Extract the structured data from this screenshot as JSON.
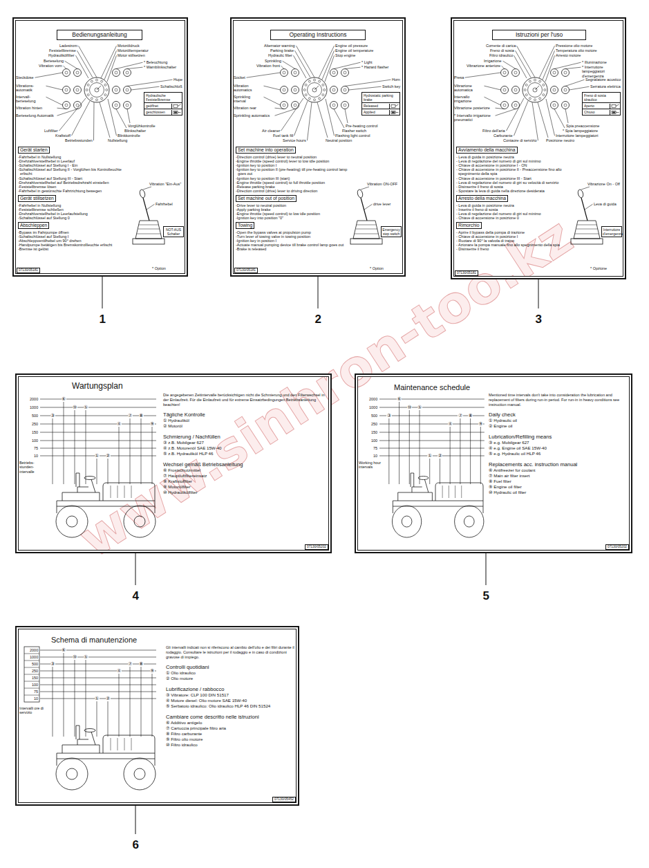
{
  "diagram": {
    "nodes": [
      {
        "text": [
          "Ladestrom",
          "Feststellbremse",
          "Hydraulikölfilter",
          "Berieselung",
          "Vibration vorn",
          "Steckdose",
          "Vibrations-automatik",
          "Intervall-berieselung",
          "Vibration hinten",
          "Berieselung Automatik",
          "Luftfilter",
          "Kraftstoff",
          "Betriebsstunden",
          "Nullstellung",
          "Blinkkontrolle",
          "Blinkschalter",
          "Vorglühkontrolle",
          "Motoröldruck",
          "Motoröltemperatur",
          "Motor stillsetzen",
          "* Beleuchtung",
          "* Warnblinkschalter",
          "Hupe",
          "Schaltschloß",
          "Vibration \"Ein-Aus\"",
          "Fahrhebel",
          "* Option",
          "-Fahrhebel in Nullstellung",
          "-Drehzahlverstellhebel in Leerlauf",
          "-Schaltschlüssel auf Stellung I - Ein",
          "-Schaltschlüssel auf Stellung II - Vorglühen bis Kontrolleuchte erlischt",
          "-Schaltschlüssel auf Stellung III - Start",
          "-Drehzahlverstellhebel auf Betriebsdrehzahl einstellen",
          "-Feststellbremse lösen",
          "-Fahrhebel in gewünschte Fahrtrichtung bewegen",
          "-Fahrhebel in Nullstellung",
          "-Feststellbremse schließen",
          "-Drehzahlverstellhebel in Leerlaufstellung",
          "-Schaltschlüssel auf Stellung 0",
          "-Bypass im Fahrpumpe öffnen",
          "-Schaltschlüssel auf Stellung I",
          "-Abschleppventilhebel um 90° drehen",
          "-Handpumpe betätigen bis Bremskontrollleuchte erlischt",
          "-Bremse ist gelöst"
        ]
      },
      {
        "text": [
          "Bedienungsanleitung"
        ],
        "in": 0
      },
      {
        "text": [
          "Hydraulische Feststellbremse",
          "geöffnet",
          "geschlossen"
        ],
        "in": 0
      },
      {
        "text": [
          "NOT-AUS Schalter"
        ],
        "in": 0
      },
      {
        "text": [
          "Gerät starten"
        ],
        "in": 0
      },
      {
        "text": [
          "Gerät stillsetzen"
        ],
        "in": 0
      },
      {
        "text": [
          "Abschleppen"
        ],
        "in": 0
      },
      {
        "text": [
          "07130/05181"
        ],
        "in": 0
      },
      {
        "text": [
          "Alternator warning",
          "Parking brake",
          "Hydraulic filter",
          "Sprinkling",
          "Vibration front",
          "Socket",
          "Vibration automatics",
          "Sprinkling interval",
          "Vibration rear",
          "Sprinkling automatics",
          "Air cleaner",
          "Fuel tank fill",
          "Service hours",
          "Neutral position",
          "Flashing light control",
          "Flasher switch",
          "Pre-heating control",
          "Engine oil pressure",
          "Engine oil temperature",
          "Stop engine",
          "* Light",
          "* Hazard flasher",
          "Horn",
          "Switch key",
          "Vibration ON-OFF",
          "drive lever",
          "* Option",
          "-Direction control (drive) lever to neutral position",
          "-Engine throttle (speed control) lever to low idle position",
          "-Ignition key to position I",
          "-Ignition key to position II (pre-heating) till pre-heating control lamp goes out",
          "-Ignition key to position III (start)",
          "-Engine throttle (speed control) to full throttle position",
          "-Release parking brake",
          "-Direction control (drive) lever to driving direction",
          "-Drive lever to neutral position",
          "-Apply parking brake",
          "-Engine throttle (speed control) to low idle position",
          "-Ignition key into position \"0\"",
          "-Open the bypass valves at propulsion pump",
          "-Turn lever of towing valve in towing position",
          "-Ignition key in position I",
          "-Actuate manual pumping device till brake control lamp goes out",
          "-Brake is released"
        ]
      },
      {
        "text": [
          "Operating Instructions"
        ],
        "in": 8
      },
      {
        "text": [
          "Hydrostatic parking brake",
          "Released",
          "Applied"
        ],
        "in": 8
      },
      {
        "text": [
          "Emergency stop switch"
        ],
        "in": 8
      },
      {
        "text": [
          "Set machine into operation"
        ],
        "in": 8
      },
      {
        "text": [
          "Set machine out of position"
        ],
        "in": 8
      },
      {
        "text": [
          "Towing"
        ],
        "in": 8
      },
      {
        "text": [
          "07130/05181"
        ],
        "in": 8
      },
      {
        "text": [
          "Corrente di carica",
          "Freno di sosta",
          "Filtro idraulico",
          "Irrigazione",
          "Vibrazione anteriore",
          "Presa",
          "Vibrazione automatica",
          "Intervallo irrigazione",
          "Vibrazione posteriore",
          "* Intervallo irrigazione pneumatici",
          "Filtro dell'aria",
          "Carburante",
          "Contaore di servizio",
          "Posizione neutro",
          "Interruttore lampeggiatori",
          "* Spia lampeggiatore",
          "Spia preaccensione",
          "Pressione olio motore",
          "Temperatura olio motore",
          "Arresto motore",
          "* Illuminazione",
          "* Interruttore lampeggiatori d'emergenza",
          "Segnalatore acustico",
          "Serratura elettrica",
          "Vibrazione On - Off",
          "Leva di guida",
          "* Opzione",
          "- Leva di guida in posizione neutra",
          "- Leva di regolazione del numero di giri sul minimo",
          "- Chiave di accensione in posizione I - ON",
          "- Chiave di accensione in posizione II - Preaccensione fino allo spegnimento della spia",
          "- Chiave di accensione in posizione III - Start",
          "- Leva di regolazione del numero di giri su velocità di servizio",
          "- Disinserire il freno di sosta",
          "- Spostare la leva di guida nella direzione desiderata",
          "- Leva di guida in posizione neutra",
          "- Inserire il freno di sosta",
          "- Leva di regolazione del numero di giri sul minimo",
          "- Chiave di accensione in posizione 0",
          "- Aprire il bypass della pompa di trazione",
          "- Chiave di accensione in posizione I",
          "- Ruotare di 90° la valvola di traino",
          "- Azionare la pompa manuale fino allo spegnimento della spia",
          "- Disinserire il freno"
        ]
      },
      {
        "text": [
          "Istruzioni per l'uso"
        ],
        "in": 16
      },
      {
        "text": [
          "Freno di sosta idraulico",
          "Aperto",
          "Chiuso"
        ],
        "in": 16
      },
      {
        "text": [
          "Interruttore d'emergenza"
        ],
        "in": 16
      },
      {
        "text": [
          "Avviamento della macchina"
        ],
        "in": 16
      },
      {
        "text": [
          "Arresto della macchina"
        ],
        "in": 16
      },
      {
        "text": [
          "Rimorchio"
        ],
        "in": 16
      },
      {
        "text": [
          "07130/05181"
        ],
        "in": 16
      },
      {
        "text": [
          "Wartungsplan",
          "2000",
          "1000",
          "500",
          "250",
          "150",
          "100",
          "75",
          "10",
          "Betriebs-stunden-intervalle",
          "Die angegebenen Zeitintervalle berücksichtigen nicht die Schmierung und den Filterwechsel in der Einlaufzeit. Für die Einlaufzeit und für extreme Einsatzbedingungen Betriebsanleitung beachten!",
          "Tägliche Kontrolle",
          "① Hydrauliköl",
          "② Motoröl",
          "Schmierung / Nachfüllen",
          "③ z.B. Mobilgear 627",
          "④ z.B. Motorenöl SAE 15W-40",
          "⑤ z.B. Hydrauliköl HLP 46",
          "Wechsel gemäß Betriebsanleitung",
          "⑥ Frostschutzmittel",
          "⑦ Hauptluftfiltereinsatz",
          "⑧ Kraftstoffilter",
          "⑨ Motorölfilter",
          "⑩ Hydraulikölfilter",
          "③",
          "⑥",
          "⑩",
          "⑤",
          "①",
          "②",
          "④",
          "⑦",
          "⑧",
          "⑨"
        ]
      },
      {
        "text": [
          "07130/05202"
        ],
        "in": 24
      },
      {
        "text": [
          "Maintenance schedule",
          "2000",
          "1000",
          "500",
          "250",
          "150",
          "100",
          "75",
          "10",
          "Working hour intervals",
          "Mentioned time intervals don't take into consideration the lubrication and replacement of filters during run-in period. For run-in in heavy conditions see instruction manual.",
          "Daily check",
          "① Hydraulic oil",
          "② Engine oil",
          "Lubrication/Refilling means",
          "③ e.g. Mobilgear 627",
          "④ e.g. Engine oil SAE 15W-40",
          "⑤ e.g. Hydraulic oil HLP 46",
          "Replacements acc. instruction manual",
          "⑥ Antifreezer for coolant",
          "⑦ Main air filter insert",
          "⑧ Fuel filter",
          "⑨ Engine oil filter",
          "⑩ Hydraulic oil filter",
          "③",
          "⑥",
          "⑩",
          "⑤",
          "①",
          "②",
          "④",
          "⑦",
          "⑧",
          "⑨"
        ]
      },
      {
        "text": [
          "07130/05202"
        ],
        "in": 26
      },
      {
        "text": [
          "Schema di manutenzione",
          "2000",
          "1000",
          "500",
          "250",
          "150",
          "100",
          "75",
          "10",
          "Intervalli ore di servizio",
          "Gli intervalli indicati non si riferiscono al cambio dell'olio e dei filtri durante il rodaggio. Consultare le istruzioni per il rodaggio e in caso di condizioni gravose di impiego.",
          "Controlli quotidiani",
          "① Olio idraulico",
          "② Olio motore",
          "Lubrificazione / rabbocco",
          "③ Vibratore: CLP 100 DIN 51517",
          "④ Motore diesel: Olio motore SAE 15W-40",
          "⑤ Serbatoio idraulico: Olio idraulico HLP 46 DIN 51524",
          "Cambiare come descritto nelle istruzioni",
          "⑥ Additivo antigelo",
          "⑦ Cartuccia principale filtro aria",
          "⑧ Filtro carburante",
          "⑨ Filtro olio motore",
          "⑩ Filtro idraulico",
          "③",
          "⑥",
          "⑩",
          "⑤",
          "①",
          "②",
          "④",
          "⑦",
          "⑧",
          "⑨"
        ]
      },
      {
        "text": [
          "07130/05452"
        ],
        "in": 28
      }
    ],
    "labels": [
      "1",
      "2",
      "3",
      "4",
      "5",
      "6",
      "www.sinhron-too.kz"
    ]
  }
}
